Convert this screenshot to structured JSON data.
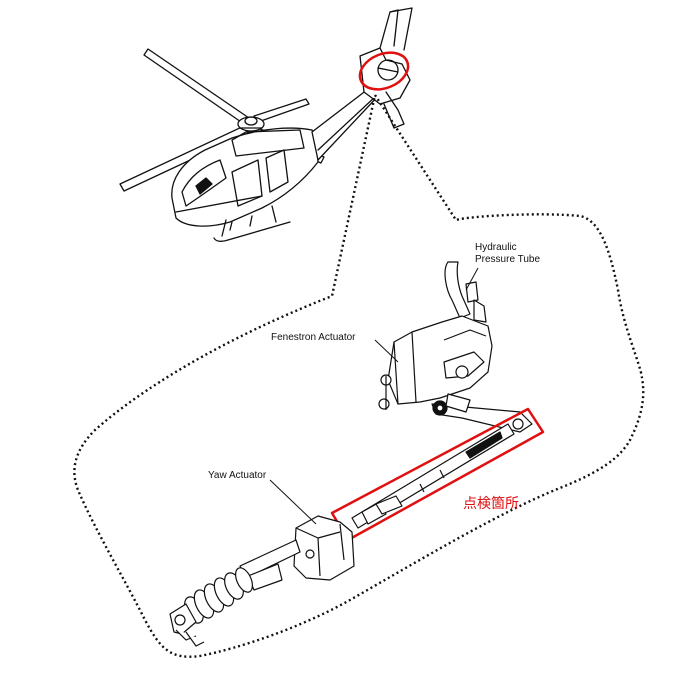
{
  "labels": {
    "hydraulic_line1": "Hydraulic",
    "hydraulic_line2": "Pressure Tube",
    "fenestron_actuator": "Fenestron Actuator",
    "yaw_actuator": "Yaw Actuator",
    "inspection_point": "点検箇所"
  },
  "colors": {
    "highlight": "#e01010",
    "line": "#111111",
    "background": "#ffffff"
  }
}
